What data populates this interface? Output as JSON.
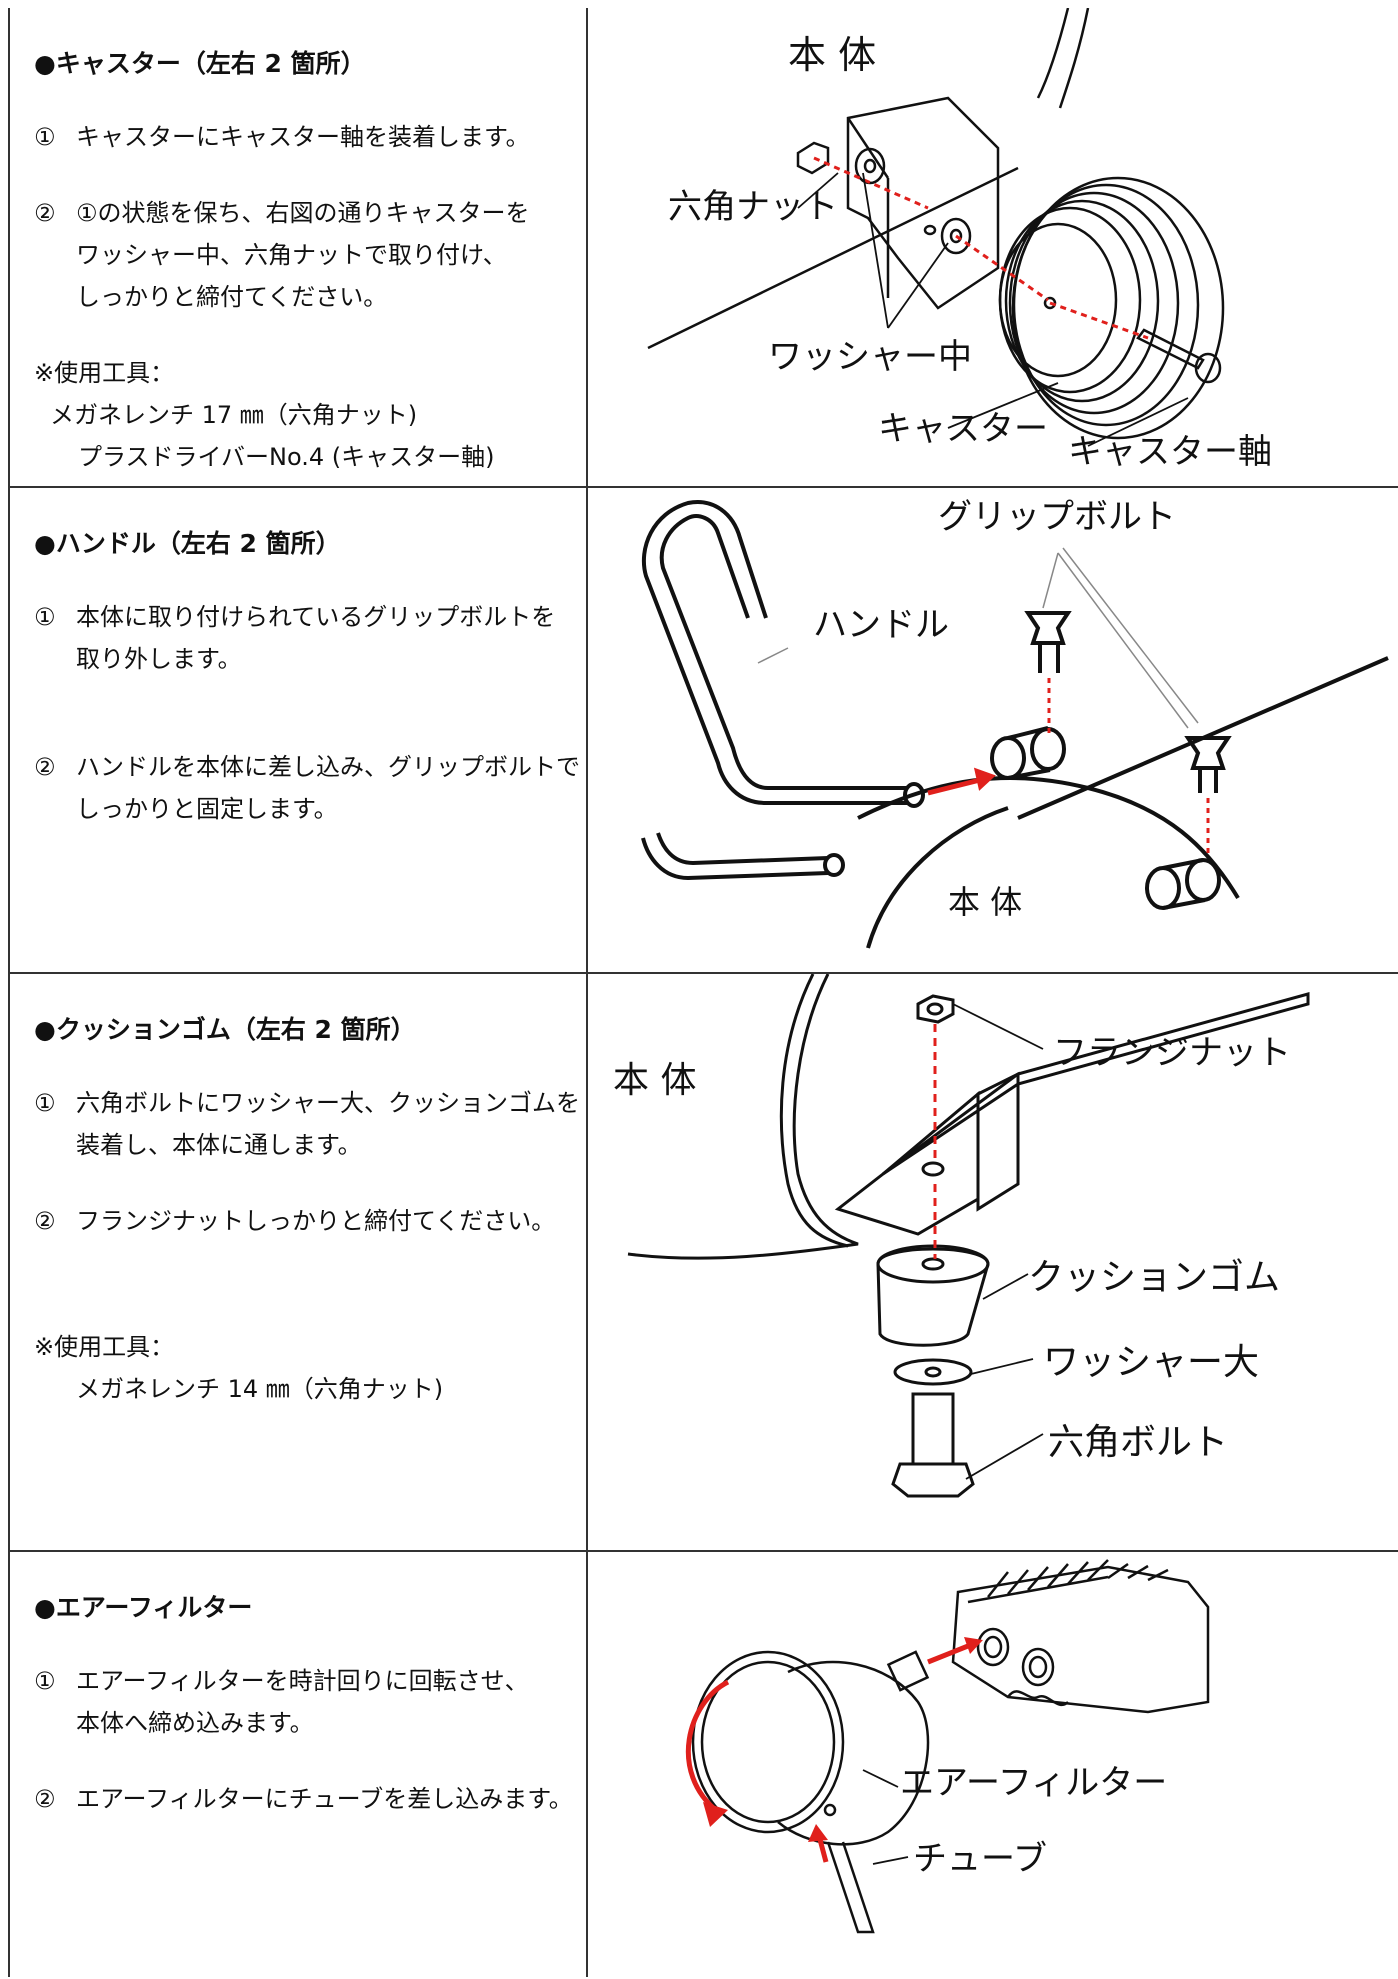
{
  "sections": [
    {
      "heading": "●キャスター（左右 2 箇所）",
      "steps": [
        {
          "num": "①",
          "text": "キャスターにキャスター軸を装着します。"
        },
        {
          "num": "②",
          "text": "①の状態を保ち、右図の通りキャスターを\nワッシャー中、六角ナットで取り付け、\nしっかりと締付てください。"
        }
      ],
      "tools_label": "※使用工具：",
      "tools": [
        "メガネレンチ 17 ㎜（六角ナット)",
        "プラスドライバーNo.4 (キャスター軸)"
      ],
      "labels": {
        "main": "本 体",
        "nut": "六角ナット",
        "washer": "ワッシャー中",
        "caster": "キャスター",
        "axle": "キャスター軸"
      }
    },
    {
      "heading": "●ハンドル（左右 2 箇所）",
      "steps": [
        {
          "num": "①",
          "text": "本体に取り付けられているグリップボルトを\n取り外します。"
        },
        {
          "num": "②",
          "text": "ハンドルを本体に差し込み、グリップボルトで\nしっかりと固定します。"
        }
      ],
      "labels": {
        "grip": "グリップボルト",
        "handle": "ハンドル",
        "body": "本 体"
      }
    },
    {
      "heading": "●クッションゴム（左右 2 箇所）",
      "steps": [
        {
          "num": "①",
          "text": "六角ボルトにワッシャー大、クッションゴムを\n装着し、本体に通します。"
        },
        {
          "num": "②",
          "text": "フランジナットしっかりと締付てください。"
        }
      ],
      "tools_label": "※使用工具：",
      "tools": [
        "メガネレンチ 14 ㎜（六角ナット)"
      ],
      "labels": {
        "body": "本 体",
        "flange": "フランジナット",
        "cushion": "クッションゴム",
        "washer": "ワッシャー大",
        "bolt": "六角ボルト"
      }
    },
    {
      "heading": "●エアーフィルター",
      "steps": [
        {
          "num": "①",
          "text": "エアーフィルターを時計回りに回転させ、\n本体へ締め込みます。"
        },
        {
          "num": "②",
          "text": "エアーフィルターにチューブを差し込みます。"
        }
      ],
      "labels": {
        "filter": "エアーフィルター",
        "tube": "チューブ"
      }
    }
  ],
  "colors": {
    "accent": "#e0201c",
    "line": "#111111"
  }
}
